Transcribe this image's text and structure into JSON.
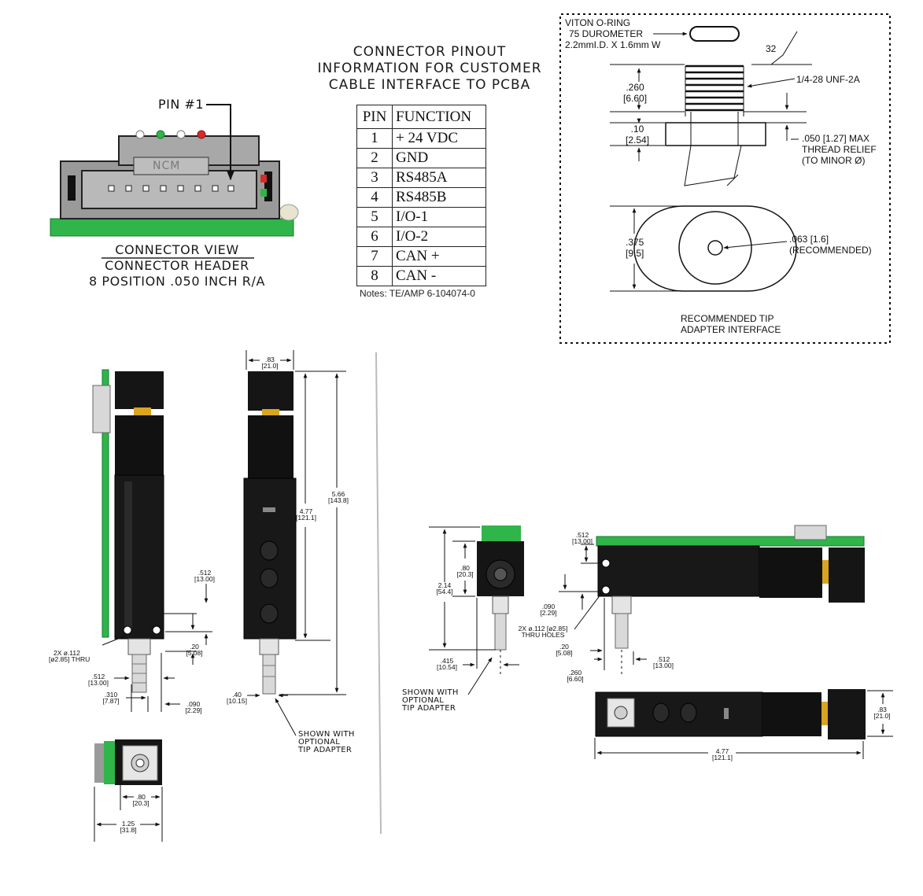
{
  "connector_pinout": {
    "title_lines": [
      "CONNECTOR PINOUT",
      "INFORMATION FOR CUSTOMER",
      "CABLE INTERFACE TO PCBA"
    ],
    "columns": [
      "PIN",
      "FUNCTION"
    ],
    "rows": [
      [
        "1",
        "+ 24 VDC"
      ],
      [
        "2",
        "GND"
      ],
      [
        "3",
        "RS485A"
      ],
      [
        "4",
        "RS485B"
      ],
      [
        "5",
        "I/O-1"
      ],
      [
        "6",
        "I/O-2"
      ],
      [
        "7",
        "CAN +"
      ],
      [
        "8",
        "CAN -"
      ]
    ],
    "notes": "Notes: TE/AMP 6-104074-0"
  },
  "connector_view": {
    "pin1_label": "PIN #1",
    "logo_text": "NCM",
    "caption_lines": [
      "CONNECTOR VIEW",
      "CONNECTOR HEADER",
      "8 POSITION .050 INCH R/A"
    ]
  },
  "tip_adapter": {
    "oring_lines": [
      "VITON O-RING",
      "75 DUROMETER",
      "2.2mmI.D. X 1.6mm W"
    ],
    "finish": "32",
    "thread": "1/4-28 UNF-2A",
    "thread_len": [
      ".260",
      "[6.60]"
    ],
    "flange": [
      ".10",
      "[2.54]"
    ],
    "relief_lines": [
      ".050 [1.27] MAX",
      "THREAD RELIEF",
      "(TO MINOR Ø)"
    ],
    "face_dia": [
      ".375",
      "[9.5]"
    ],
    "hole_lines": [
      ".063 [1.6]",
      "(RECOMMENDED)"
    ],
    "caption_lines": [
      "RECOMMENDED TIP",
      "ADAPTER INTERFACE"
    ]
  },
  "left_views": {
    "dims": {
      "width_top": [
        ".83",
        "[21.0]"
      ],
      "height_477": [
        "4.77",
        "[121.1]"
      ],
      "height_566": [
        "5.66",
        "[143.8]"
      ],
      "d512a": [
        ".512",
        "[13.00]"
      ],
      "d20a": [
        ".20",
        "[5.08]"
      ],
      "d512b": [
        ".512",
        "[13.00]"
      ],
      "d310": [
        ".310",
        "[7.87]"
      ],
      "d090a": [
        ".090",
        "[2.29]"
      ],
      "holes_a": [
        "2X ø.112",
        "[ø2.85] THRU"
      ],
      "d40": [
        ".40",
        "[10.15]"
      ],
      "d80a": [
        ".80",
        "[20.3]"
      ],
      "d125": [
        "1.25",
        "[31.8]"
      ]
    },
    "shown_with": [
      "SHOWN WITH",
      "OPTIONAL",
      "TIP ADAPTER"
    ]
  },
  "right_views": {
    "dims": {
      "d214": [
        "2.14",
        "[54.4]"
      ],
      "d80b": [
        ".80",
        "[20.3]"
      ],
      "d415": [
        ".415",
        "[10.54]"
      ],
      "d512c": [
        ".512",
        "[13.00]"
      ],
      "d090b": [
        ".090",
        "[2.29]"
      ],
      "holes_b": [
        "2X ø.112 [ø2.85]",
        "THRU HOLES"
      ],
      "d20b": [
        ".20",
        "[5.08]"
      ],
      "d260": [
        ".260",
        "[6.60]"
      ],
      "d512d": [
        ".512",
        "[13.00]"
      ],
      "d83b": [
        ".83",
        "[21.0]"
      ],
      "d477b": [
        "4.77",
        "[121.1]"
      ]
    },
    "shown_with": [
      "SHOWN WITH",
      "OPTIONAL",
      "TIP ADAPTER"
    ]
  }
}
